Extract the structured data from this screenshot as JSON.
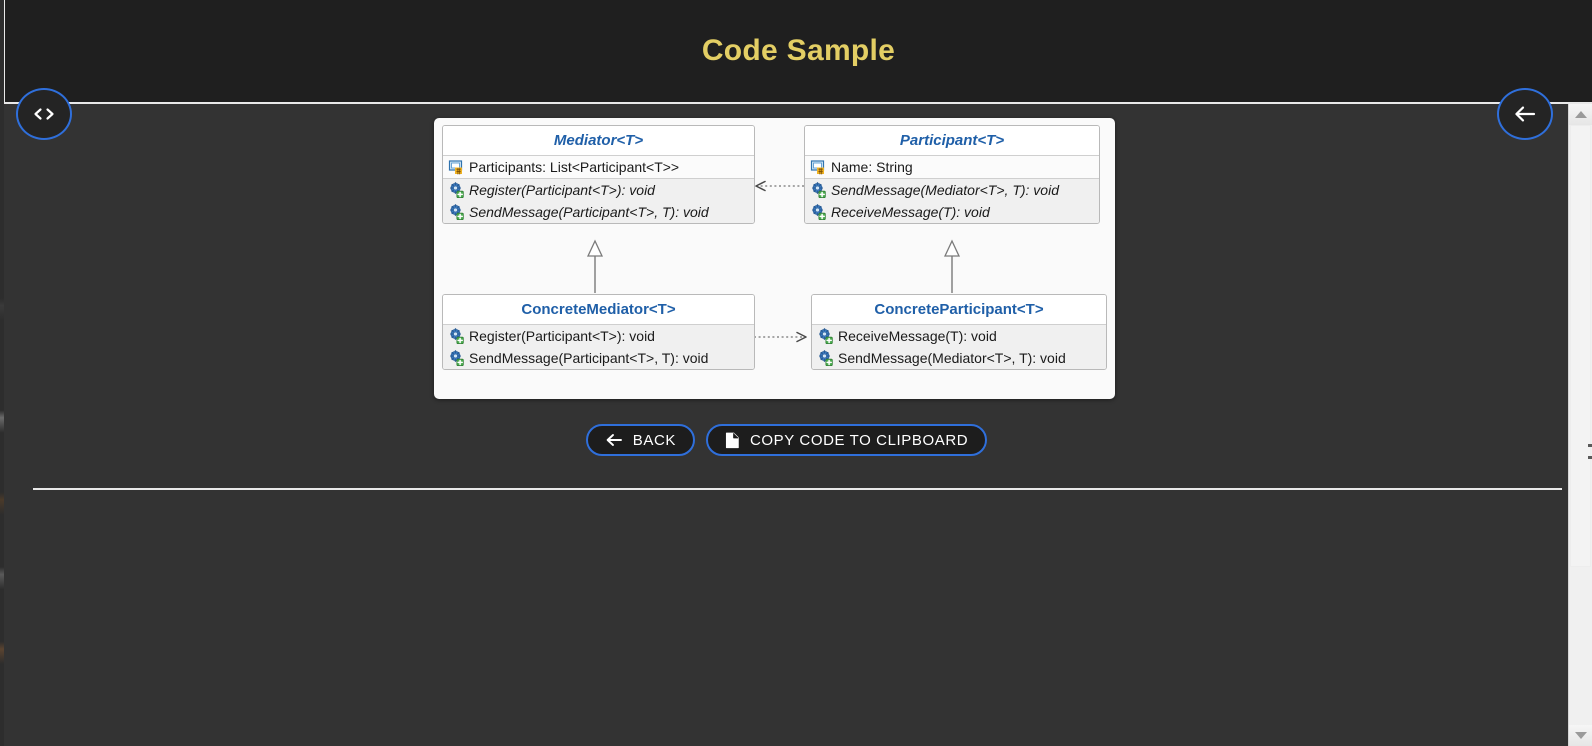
{
  "header": {
    "title": "Code Sample"
  },
  "fab": {
    "code_button": {
      "name": "code-icon",
      "glyph": "<>"
    },
    "back_button": {
      "name": "arrow-left-icon",
      "glyph": "←"
    }
  },
  "diagram": {
    "type": "uml-class-diagram",
    "pattern": "Mediator",
    "classes": [
      {
        "id": "mediator",
        "name": "Mediator<T>",
        "abstract": true,
        "fields": [
          {
            "icon": "field-icon",
            "text": "Participants: List<Participant<T>>"
          }
        ],
        "methods": [
          {
            "icon": "method-icon",
            "text": "Register(Participant<T>): void"
          },
          {
            "icon": "method-icon",
            "text": "SendMessage(Participant<T>, T): void"
          }
        ]
      },
      {
        "id": "participant",
        "name": "Participant<T>",
        "abstract": true,
        "fields": [
          {
            "icon": "field-icon",
            "text": "Name: String"
          }
        ],
        "methods": [
          {
            "icon": "method-icon",
            "text": "SendMessage(Mediator<T>, T): void"
          },
          {
            "icon": "method-icon",
            "text": "ReceiveMessage(T): void"
          }
        ]
      },
      {
        "id": "concrete-mediator",
        "name": "ConcreteMediator<T>",
        "abstract": false,
        "fields": [],
        "methods": [
          {
            "icon": "method-icon",
            "text": "Register(Participant<T>): void"
          },
          {
            "icon": "method-icon",
            "text": "SendMessage(Participant<T>, T): void"
          }
        ]
      },
      {
        "id": "concrete-participant",
        "name": "ConcreteParticipant<T>",
        "abstract": false,
        "fields": [],
        "methods": [
          {
            "icon": "method-icon",
            "text": "ReceiveMessage(T): void"
          },
          {
            "icon": "method-icon",
            "text": "SendMessage(Mediator<T>, T): void"
          }
        ]
      }
    ],
    "relations": [
      {
        "from": "participant",
        "to": "mediator",
        "kind": "dependency-dotted-arrow"
      },
      {
        "from": "concrete-mediator",
        "to": "mediator",
        "kind": "generalization-hollow-triangle"
      },
      {
        "from": "concrete-participant",
        "to": "participant",
        "kind": "generalization-hollow-triangle"
      },
      {
        "from": "concrete-mediator",
        "to": "concrete-participant",
        "kind": "dependency-dotted-arrow"
      }
    ]
  },
  "actions": {
    "back_label": "BACK",
    "copy_label": "COPY CODE TO CLIPBOARD"
  },
  "colors": {
    "header_bg": "#1f1f1f",
    "page_bg": "#333333",
    "title_gold": "#e3ce64",
    "accent_blue": "#2f6fdb",
    "uml_title_blue": "#1f5fa8",
    "divider": "#e9e9e9"
  }
}
